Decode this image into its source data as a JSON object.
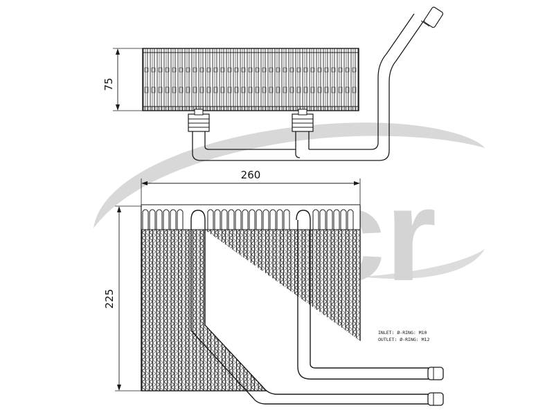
{
  "watermark": {
    "text": "acr",
    "color": "#cfcfcf"
  },
  "top_view": {
    "height_label": "75"
  },
  "front_view": {
    "width_label": "260",
    "height_label": "225"
  },
  "notes": {
    "line1": "INLET: Ø-RING: M10",
    "line2": "OUTLET: Ø-RING: M12"
  },
  "colors": {
    "line": "#1a1a1a",
    "background": "#ffffff"
  }
}
